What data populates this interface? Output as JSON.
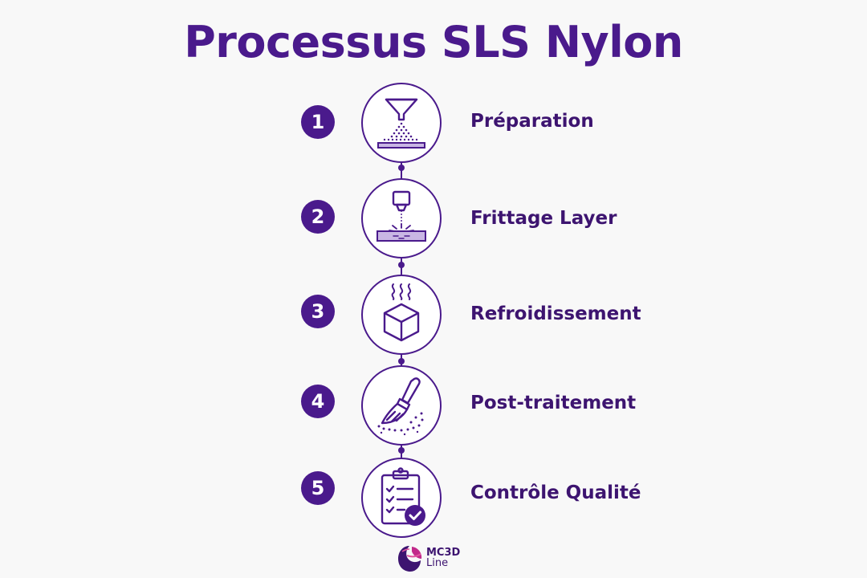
{
  "title": "Processus SLS Nylon",
  "steps": [
    {
      "number": "1",
      "label": "Préparation",
      "icon": "powder-hopper-icon"
    },
    {
      "number": "2",
      "label": "Frittage Layer",
      "icon": "laser-sintering-icon"
    },
    {
      "number": "3",
      "label": "Refroidissement",
      "icon": "cooling-cube-icon"
    },
    {
      "number": "4",
      "label": "Post-traitement",
      "icon": "brush-cleaning-icon"
    },
    {
      "number": "5",
      "label": "Contrôle Qualité",
      "icon": "clipboard-check-icon"
    }
  ],
  "logo": {
    "line1": "MC3D",
    "line2": "Line"
  },
  "colors": {
    "primary": "#4a1a8c",
    "text": "#3d1470",
    "background": "#f8f8f8"
  }
}
